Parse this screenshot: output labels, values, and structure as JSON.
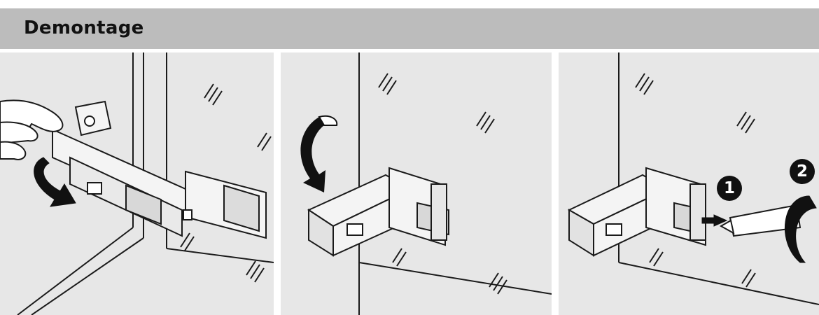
{
  "header": {
    "title": "Demontage"
  },
  "steps": [
    {
      "number": "1"
    },
    {
      "number": "2"
    }
  ],
  "colors": {
    "header_bg": "#bcbcbc",
    "panel_bg": "#e7e7e7",
    "line": "#1a1a1a",
    "badge_bg": "#111111"
  },
  "icons": [
    "hand-icon",
    "rotate-arrow-icon",
    "curved-arrow-icon",
    "straight-arrow-icon",
    "screwdriver-icon",
    "hinge-icon"
  ]
}
